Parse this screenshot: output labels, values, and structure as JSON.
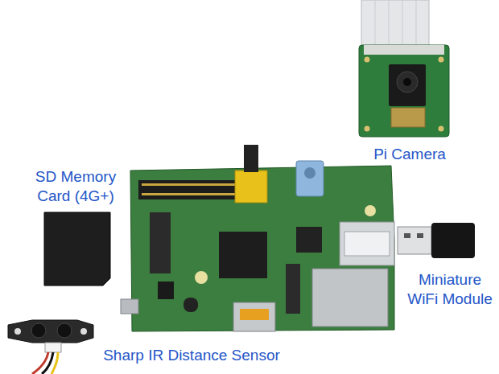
{
  "diagram": {
    "labels": [
      "SD Memory Card (4G+)",
      "Pi Camera",
      "Miniature WiFi Module",
      "Sharp IR Distance Sensor"
    ]
  }
}
